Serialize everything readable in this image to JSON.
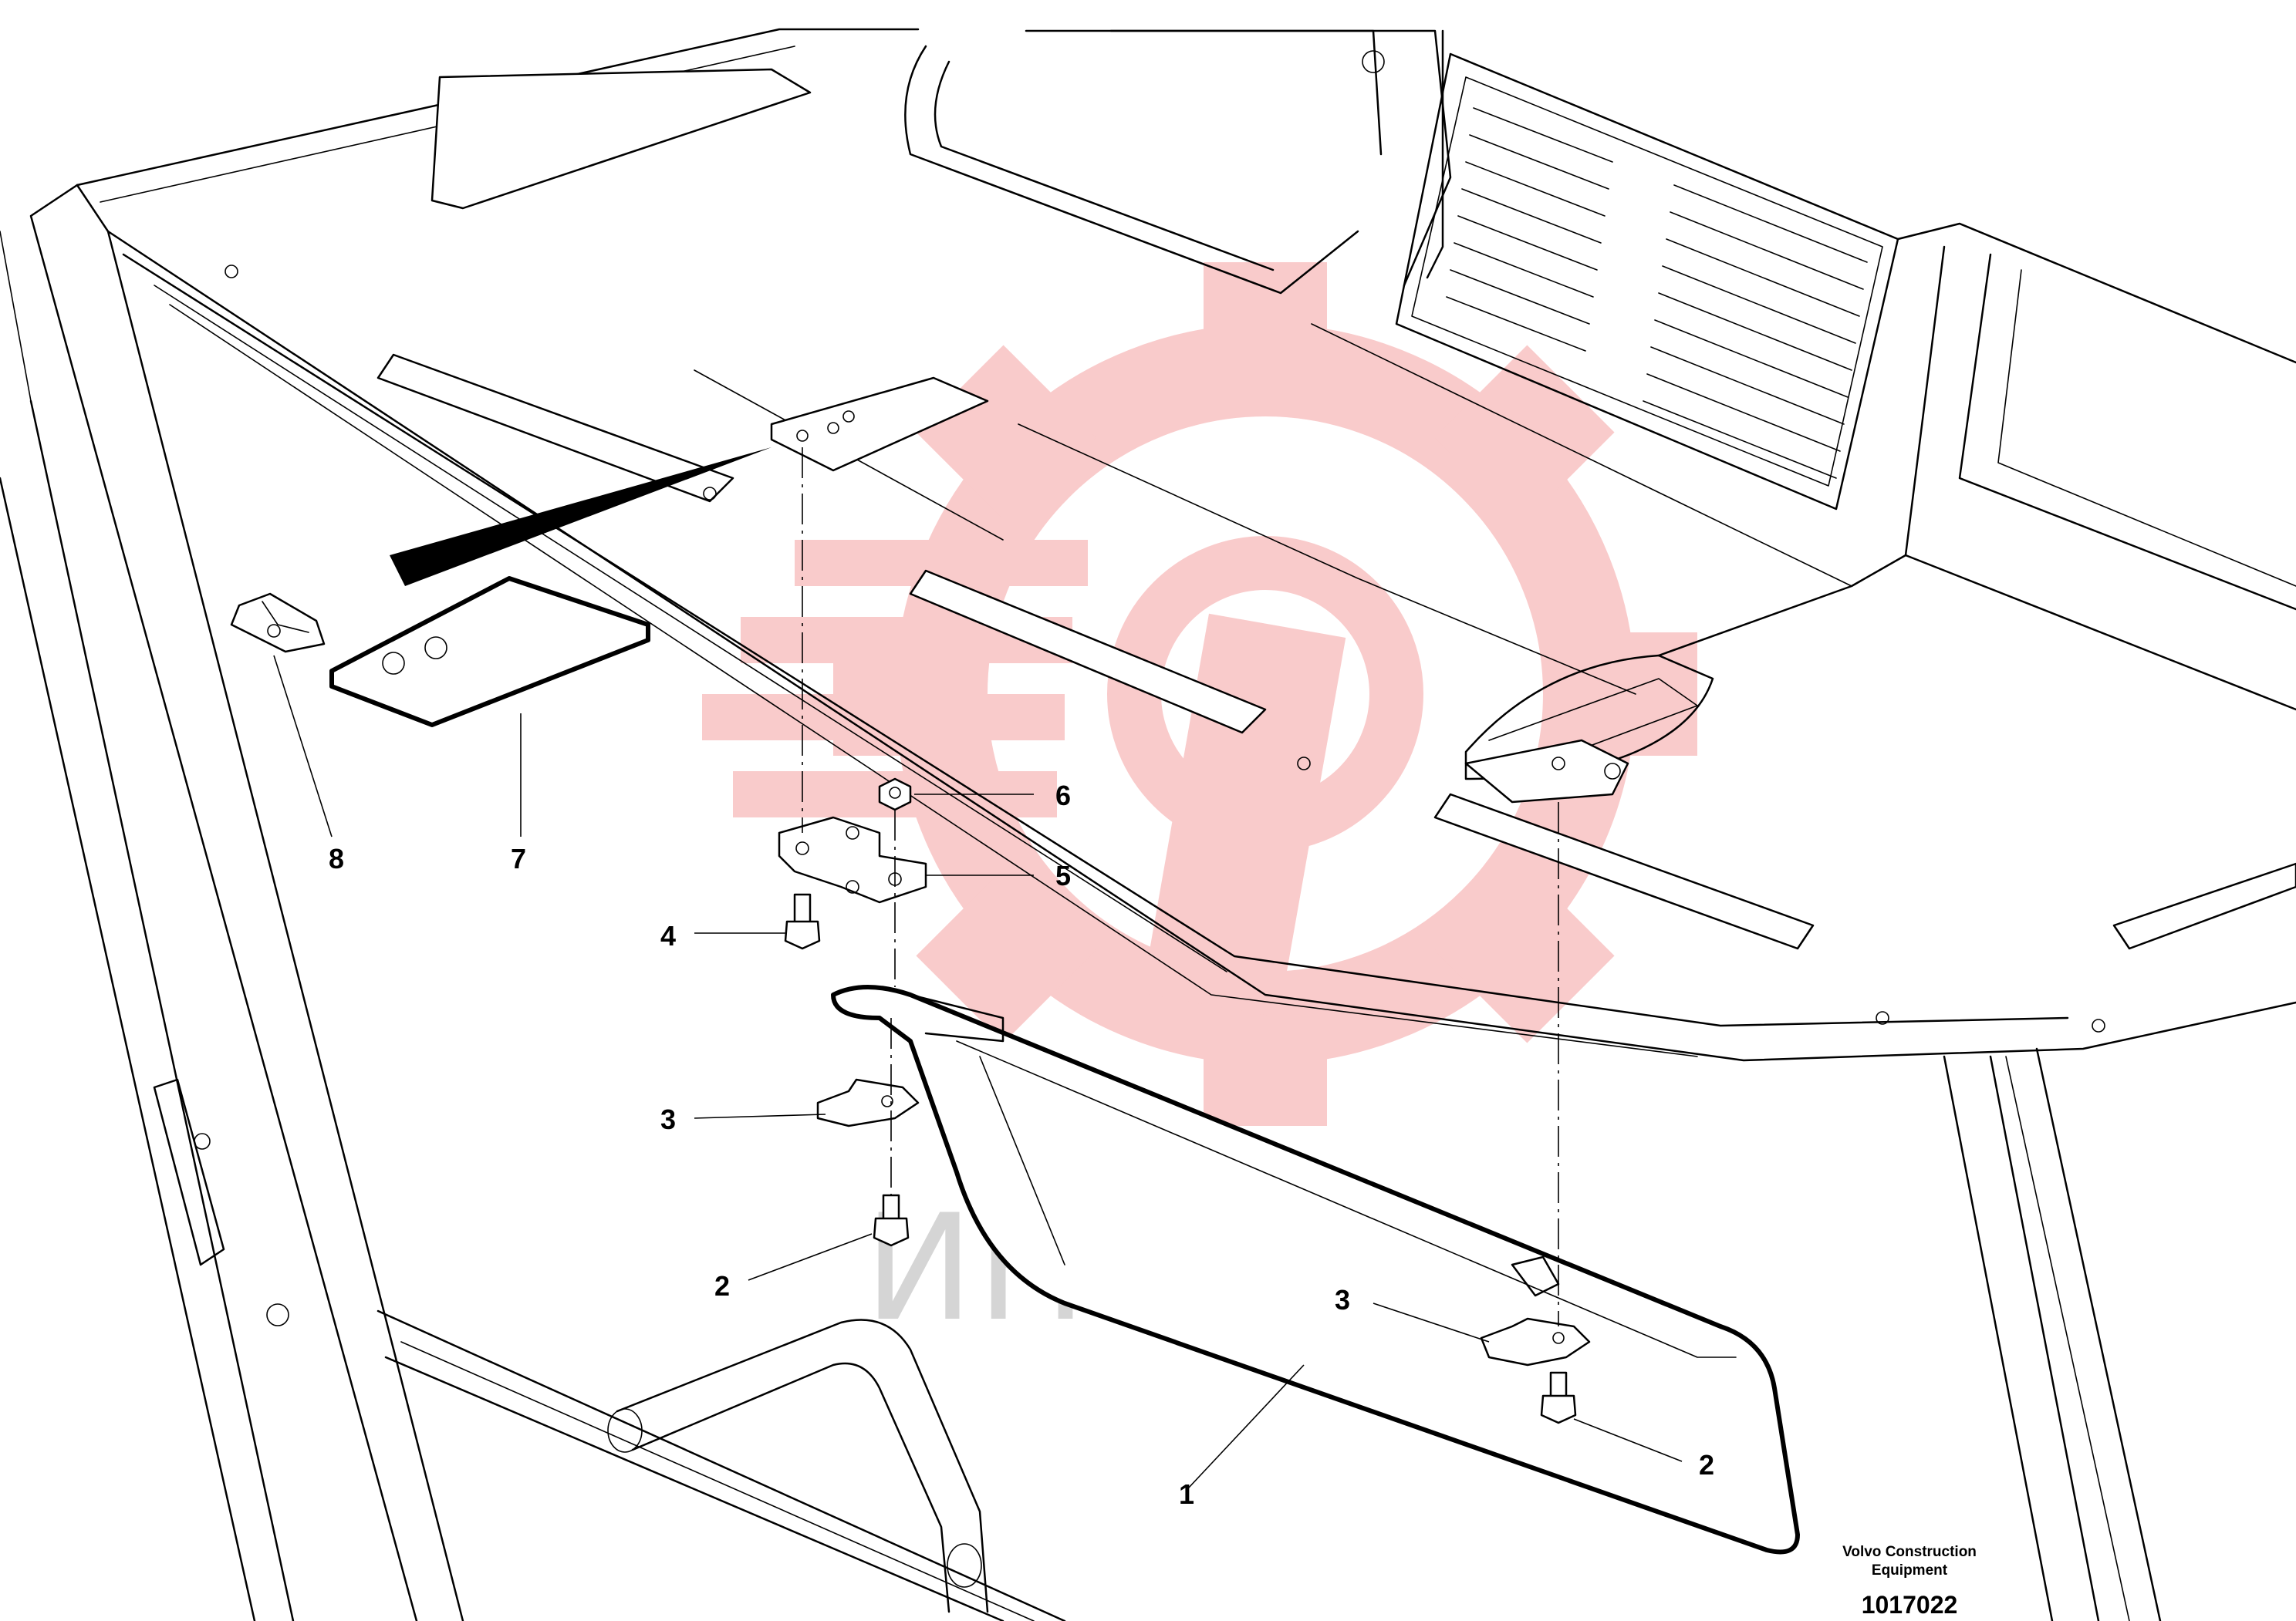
{
  "callouts": [
    {
      "id": "c1",
      "text": "1"
    },
    {
      "id": "c2a",
      "text": "2"
    },
    {
      "id": "c2b",
      "text": "2"
    },
    {
      "id": "c3a",
      "text": "3"
    },
    {
      "id": "c3b",
      "text": "3"
    },
    {
      "id": "c4",
      "text": "4"
    },
    {
      "id": "c5",
      "text": "5"
    },
    {
      "id": "c6",
      "text": "6"
    },
    {
      "id": "c7",
      "text": "7"
    },
    {
      "id": "c8",
      "text": "8"
    }
  ],
  "title_block": {
    "company_line1": "Volvo Construction",
    "company_line2": "Equipment",
    "drawing_number": "1017022"
  },
  "watermark": {
    "text": "ИНТЕХ",
    "gear_color": "#f4a0a0"
  }
}
